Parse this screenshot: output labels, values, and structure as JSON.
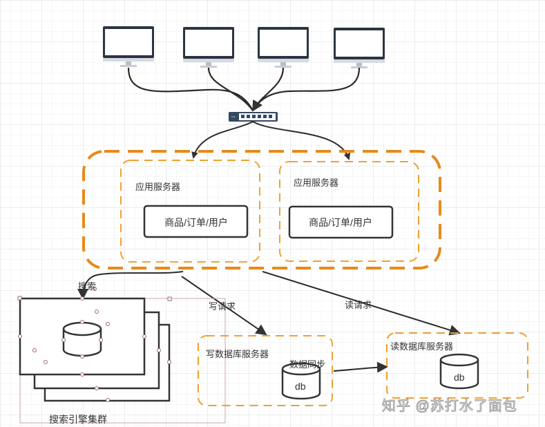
{
  "diagram": {
    "clients": [
      {
        "icon": "monitor-icon"
      },
      {
        "icon": "monitor-icon"
      },
      {
        "icon": "monitor-icon"
      },
      {
        "icon": "monitor-icon"
      }
    ],
    "switch": {
      "icon": "network-switch-icon"
    },
    "app_servers": [
      {
        "title": "应用服务器",
        "module": "商品/订单/用户"
      },
      {
        "title": "应用服务器",
        "module": "商品/订单/用户"
      }
    ],
    "search_cluster": {
      "edge_label": "搜索",
      "title": "搜索引擎集群",
      "icon": "database-icon"
    },
    "write_db": {
      "edge_label": "写请求",
      "title": "写数据库服务器",
      "db_label": "db"
    },
    "read_db": {
      "edge_label": "读请求",
      "title": "读数据库服务器",
      "db_label": "db"
    },
    "sync_label": "数据同步",
    "watermark": "知乎 @苏打水了面包",
    "colors": {
      "orange": "#f0a030",
      "orange_dark": "#e8891a",
      "stroke": "#333333",
      "switch": "#34495e"
    }
  }
}
